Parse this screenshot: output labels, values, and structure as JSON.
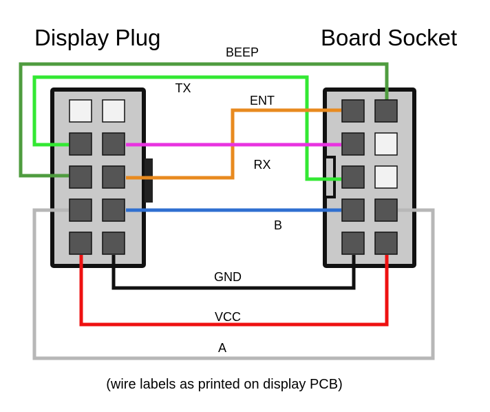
{
  "titles": {
    "display_plug": "Display Plug",
    "board_socket": "Board Socket"
  },
  "caption": "(wire labels as printed on display PCB)",
  "wires": [
    {
      "id": "beep",
      "label": "BEEP",
      "color": "#4f9c3f"
    },
    {
      "id": "tx",
      "label": "TX",
      "color": "#33e833"
    },
    {
      "id": "ent",
      "label": "ENT",
      "color": "#e88a1f"
    },
    {
      "id": "rx",
      "label": "RX",
      "color": "#e833e0"
    },
    {
      "id": "b",
      "label": "B",
      "color": "#2f6fd0"
    },
    {
      "id": "gnd",
      "label": "GND",
      "color": "#111111"
    },
    {
      "id": "vcc",
      "label": "VCC",
      "color": "#ee1111"
    },
    {
      "id": "a",
      "label": "A",
      "color": "#b7b7b7"
    }
  ],
  "connector_colors": {
    "body": "#c9c9c9",
    "outline": "#111111",
    "pin_used": "#555555",
    "pin_empty": "#f2f2f2"
  }
}
